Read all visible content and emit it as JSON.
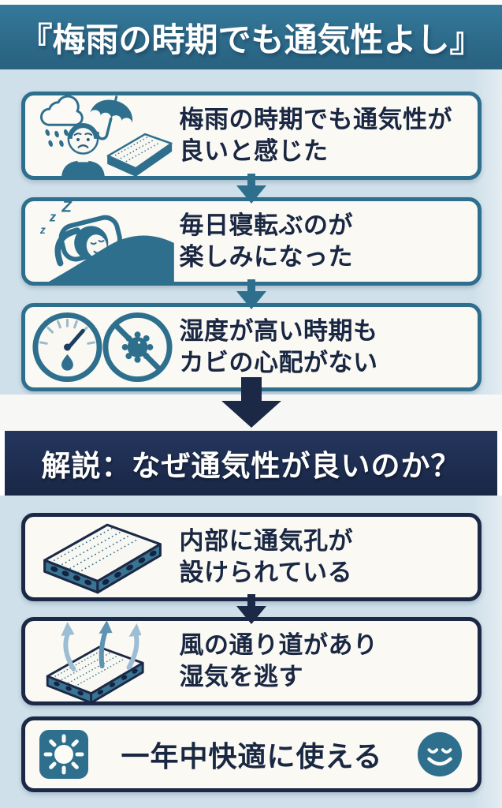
{
  "title_banner": {
    "text": "『梅雨の時期でも通気性よし』",
    "bg_color": "#2e6f8e",
    "text_color": "#ffffff"
  },
  "explanation_banner": {
    "text": "解説：なぜ通気性が良いのか？",
    "bg_color": "#1e2c4e",
    "text_color": "#ffffff"
  },
  "colors": {
    "teal_accent": "#2e6f8e",
    "navy_accent": "#1b2947",
    "body_text": "#1a2742",
    "section_bg": "#cfe0ea",
    "card_bg": "#faf9f4",
    "band_bg": "#f7f8f5",
    "airflow_light": "#9dbdd4"
  },
  "testimonials": [
    {
      "line1": "梅雨の時期でも通気性が",
      "line2": "良いと感じた",
      "icons": [
        "rain-cloud-icon",
        "sad-person-icon",
        "umbrella-icon",
        "mattress-icon"
      ]
    },
    {
      "line1": "毎日寝転ぶのが",
      "line2": "楽しみになった",
      "icons": [
        "sleeping-person-icon"
      ],
      "sleep_zzz": [
        "z",
        "z",
        "Z"
      ]
    },
    {
      "line1": "湿度が高い時期も",
      "line2": "カビの心配がない",
      "icons": [
        "humidity-gauge-icon",
        "no-mold-icon"
      ]
    }
  ],
  "explanations": [
    {
      "line1": "内部に通気孔が",
      "line2": "設けられている",
      "icons": [
        "ventilated-mattress-icon"
      ]
    },
    {
      "line1": "風の通り道があり",
      "line2": "湿気を逃す",
      "icons": [
        "airflow-mattress-icon"
      ]
    },
    {
      "line1": "一年中快適に使える",
      "icons": [
        "sun-icon",
        "smiley-face-icon"
      ]
    }
  ]
}
